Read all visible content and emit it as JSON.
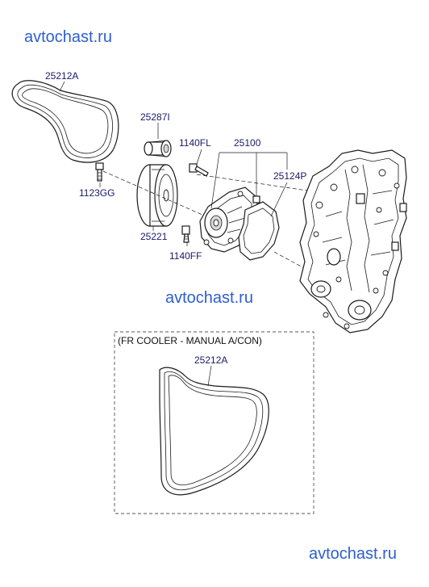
{
  "watermarks": [
    "avtochast.ru",
    "avtochast.ru",
    "avtochast.ru"
  ],
  "parts": {
    "belt_top": "25212A",
    "idler": "25287I",
    "bolt_fl": "1140FL",
    "pump_assy": "25100",
    "bolt_gg": "1123GG",
    "gasket": "25124P",
    "pulley": "25221",
    "bolt_ff": "1140FF",
    "belt_alt": "25212A"
  },
  "variant_note": "(FR COOLER - MANUAL A/CON)"
}
